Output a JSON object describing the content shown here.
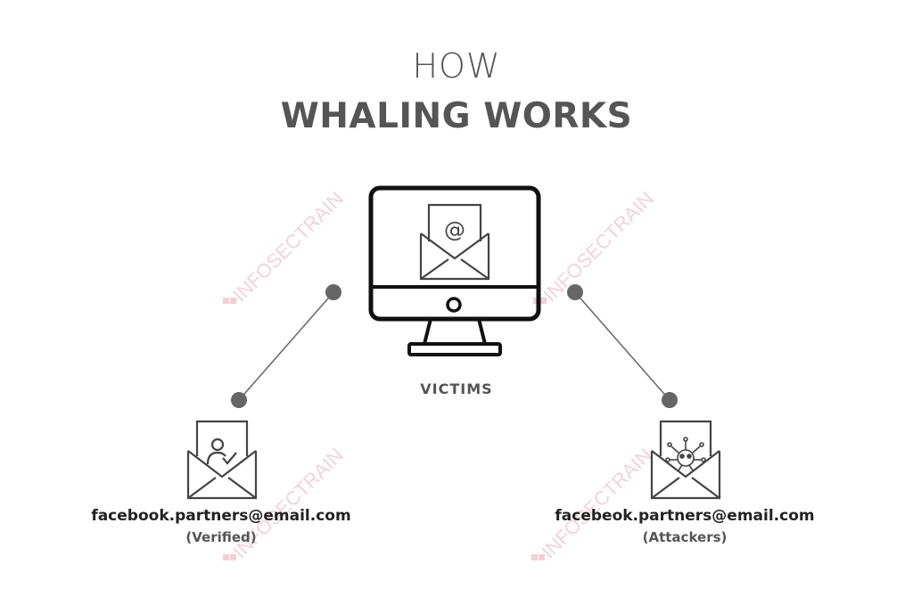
{
  "title": {
    "line1": "HOW",
    "line2": "WHALING WORKS"
  },
  "center": {
    "label": "VICTIMS",
    "icon": "monitor-email-icon"
  },
  "left": {
    "email": "facebook.partners@email.com",
    "note": "(Verified)",
    "icon": "verified-mail-icon"
  },
  "right": {
    "email": "facebeok.partners@email.com",
    "note": "(Attackers)",
    "icon": "malicious-mail-icon"
  },
  "watermark": "INFOSECTRAIN",
  "colors": {
    "text": "#555555",
    "dark": "#222222",
    "dot": "#666666",
    "watermark": "#f2d4d8"
  }
}
